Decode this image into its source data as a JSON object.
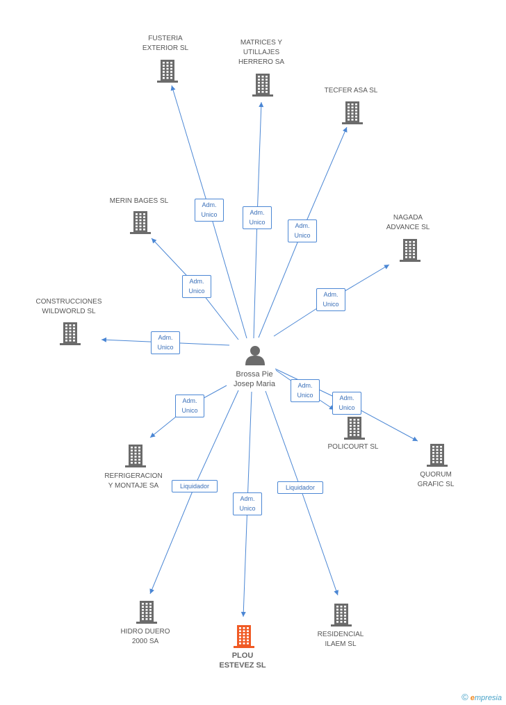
{
  "person": {
    "name": "Brossa Pie\nJosep Maria",
    "icon": "person-icon"
  },
  "companies": [
    {
      "id": "fusteria",
      "name": "FUSTERIA\nEXTERIOR SL",
      "icon": "building-icon",
      "highlight": false
    },
    {
      "id": "matrices",
      "name": "MATRICES Y\nUTILLAJES\nHERRERO SA",
      "icon": "building-icon",
      "highlight": false
    },
    {
      "id": "tecfer",
      "name": "TECFER ASA SL",
      "icon": "building-icon",
      "highlight": false
    },
    {
      "id": "merin",
      "name": "MERIN BAGES SL",
      "icon": "building-icon",
      "highlight": false
    },
    {
      "id": "nagada",
      "name": "NAGADA\nADVANCE SL",
      "icon": "building-icon",
      "highlight": false
    },
    {
      "id": "construcciones",
      "name": "CONSTRUCCIONES\nWILDWORLD SL",
      "icon": "building-icon",
      "highlight": false
    },
    {
      "id": "refrigeracion",
      "name": "REFRIGERACION\nY MONTAJE SA",
      "icon": "building-icon",
      "highlight": false
    },
    {
      "id": "policourt",
      "name": "POLICOURT SL",
      "icon": "building-icon",
      "highlight": false
    },
    {
      "id": "quorum",
      "name": "QUORUM\nGRAFIC SL",
      "icon": "building-icon",
      "highlight": false
    },
    {
      "id": "hidro",
      "name": "HIDRO DUERO\n2000 SA",
      "icon": "building-icon",
      "highlight": false
    },
    {
      "id": "plou",
      "name": "PLOU\nESTEVEZ SL",
      "icon": "building-icon",
      "highlight": true
    },
    {
      "id": "residencial",
      "name": "RESIDENCIAL\nILAEM SL",
      "icon": "building-icon",
      "highlight": false
    }
  ],
  "relations": [
    {
      "target": "fusteria",
      "label": "Adm.\nUnico"
    },
    {
      "target": "matrices",
      "label": "Adm.\nUnico"
    },
    {
      "target": "tecfer",
      "label": "Adm.\nUnico"
    },
    {
      "target": "merin",
      "label": "Adm.\nUnico"
    },
    {
      "target": "nagada",
      "label": "Adm.\nUnico"
    },
    {
      "target": "construcciones",
      "label": "Adm.\nUnico"
    },
    {
      "target": "refrigeracion",
      "label": "Adm.\nUnico"
    },
    {
      "target": "policourt",
      "label": "Adm.\nUnico"
    },
    {
      "target": "quorum",
      "label": "Adm.\nUnico"
    },
    {
      "target": "hidro",
      "label": "Liquidador"
    },
    {
      "target": "plou",
      "label": "Adm.\nUnico"
    },
    {
      "target": "residencial",
      "label": "Liquidador"
    }
  ],
  "colors": {
    "edge": "#4a86d4",
    "building": "#6b6b6b",
    "highlight": "#f05a24",
    "person": "#6b6b6b"
  },
  "footer": {
    "copyright": "©",
    "brand_first": "e",
    "brand_rest": "mpresia"
  }
}
